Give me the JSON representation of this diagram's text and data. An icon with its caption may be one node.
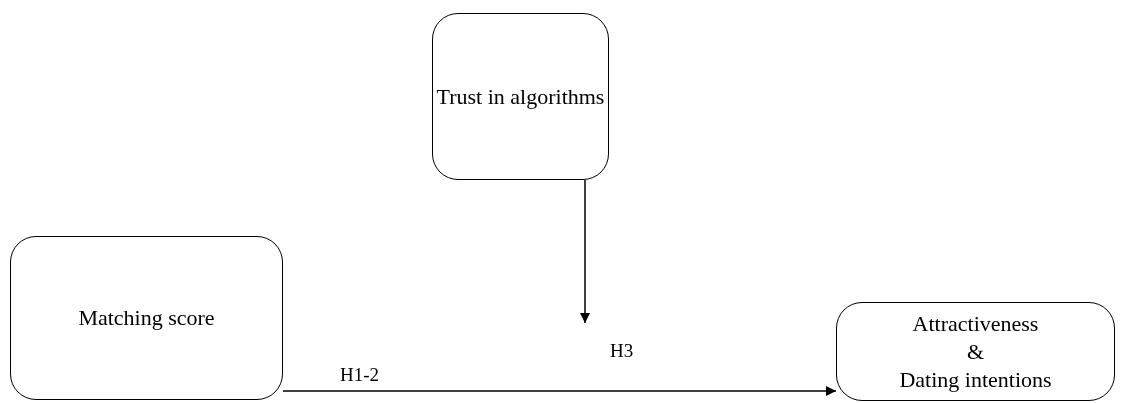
{
  "diagram": {
    "nodes": [
      {
        "text": [
          "Trust in algorithms"
        ]
      },
      {
        "text": [
          "Matching score"
        ]
      },
      {
        "text": [
          "Attractiveness",
          "&",
          "Dating intentions"
        ]
      }
    ],
    "edges": [
      {
        "from": 1,
        "to": 2,
        "arrow": "to",
        "label": "H1-2"
      },
      {
        "from": 0,
        "to": null,
        "arrow": "to",
        "label": "H3"
      }
    ]
  }
}
